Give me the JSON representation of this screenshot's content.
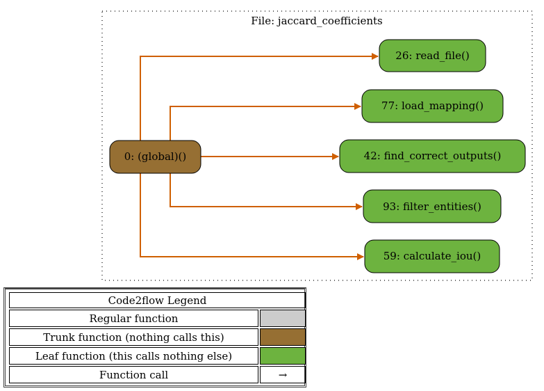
{
  "cluster": {
    "label": "File: jaccard_coefficients"
  },
  "nodes": {
    "global": {
      "label": "0: (global)()",
      "kind": "trunk"
    },
    "read_file": {
      "label": "26: read_file()",
      "kind": "leaf"
    },
    "load_mapping": {
      "label": "77: load_mapping()",
      "kind": "leaf"
    },
    "find_correct_outputs": {
      "label": "42: find_correct_outputs()",
      "kind": "leaf"
    },
    "filter_entities": {
      "label": "93: filter_entities()",
      "kind": "leaf"
    },
    "calculate_iou": {
      "label": "59: calculate_iou()",
      "kind": "leaf"
    }
  },
  "edges": [
    {
      "from": "global",
      "to": "read_file"
    },
    {
      "from": "global",
      "to": "load_mapping"
    },
    {
      "from": "global",
      "to": "find_correct_outputs"
    },
    {
      "from": "global",
      "to": "filter_entities"
    },
    {
      "from": "global",
      "to": "calculate_iou"
    }
  ],
  "colors": {
    "trunk": "#966F33",
    "leaf": "#6DB33F",
    "regular": "#CCCCCC",
    "edge": "#CF5F00"
  },
  "legend": {
    "title": "Code2flow Legend",
    "rows": [
      {
        "label": "Regular function",
        "swatch": "regular",
        "symbol": ""
      },
      {
        "label": "Trunk function (nothing calls this)",
        "swatch": "trunk",
        "symbol": ""
      },
      {
        "label": "Leaf function (this calls nothing else)",
        "swatch": "leaf",
        "symbol": ""
      },
      {
        "label": "Function call",
        "swatch": "",
        "symbol": "→"
      }
    ]
  }
}
